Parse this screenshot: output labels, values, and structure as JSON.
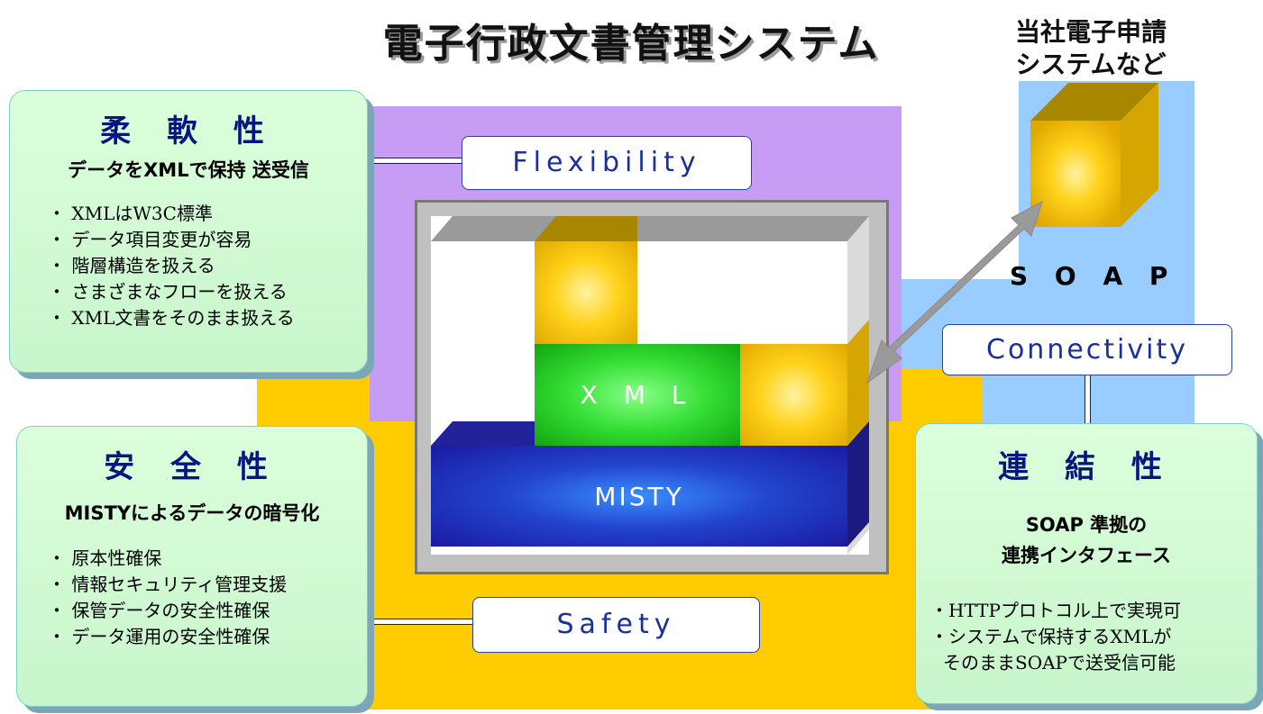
{
  "title": "電子行政文書管理システム",
  "corner_label_line1": "当社電子申請",
  "corner_label_line2": "システムなど",
  "colors": {
    "purple": "#c79cf4",
    "yellow": "#ffcc00",
    "blue": "#99ccff",
    "panel_green": "#c8f5cc",
    "title_blue": "#0b1580"
  },
  "flexibility": {
    "heading": "柔 軟 性",
    "subtitle": "データをXMLで保持 送受信",
    "items": [
      "・ XMLはW3C標準",
      "・ データ項目変更が容易",
      "・ 階層構造を扱える",
      "・ さまざまなフローを扱える",
      "・ XML文書をそのまま扱える"
    ],
    "label": "Flexibility"
  },
  "safety": {
    "heading": "安 全 性",
    "subtitle": "MISTYによるデータの暗号化",
    "items": [
      "・ 原本性確保",
      "・ 情報セキュリティ管理支援",
      "・ 保管データの安全性確保",
      "・ データ運用の安全性確保"
    ],
    "label": "Safety"
  },
  "connectivity": {
    "heading": "連 結 性",
    "subtitle_line1": "SOAP 準拠の",
    "subtitle_line2": "連携インタフェース",
    "items": [
      "・HTTPプロトコル上で実現可",
      "・システムで保持するXMLが",
      "そのままSOAPで送受信可能"
    ],
    "label": "Connectivity"
  },
  "soap_label": "S O A P",
  "blocks": {
    "xml": "X M L",
    "misty": "MISTY"
  }
}
